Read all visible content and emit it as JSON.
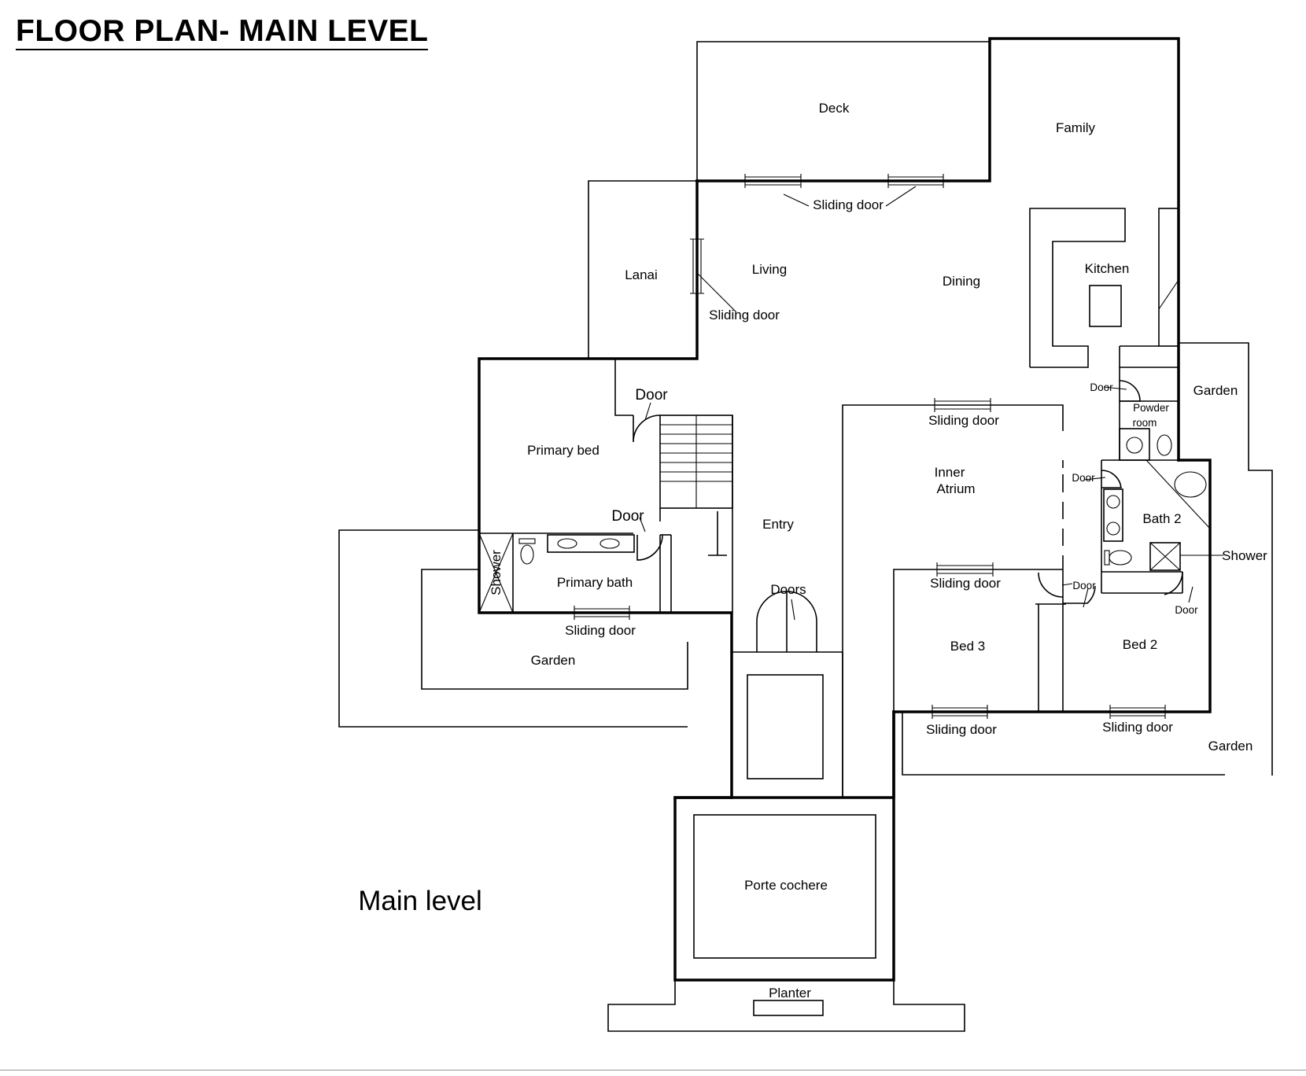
{
  "title": "FLOOR PLAN- MAIN LEVEL",
  "caption": "Main level",
  "rooms": {
    "deck": "Deck",
    "family": "Family",
    "kitchen": "Kitchen",
    "living": "Living",
    "dining": "Dining",
    "lanai": "Lanai",
    "primary_bed": "Primary bed",
    "primary_bath": "Primary bath",
    "entry": "Entry",
    "inner_atrium_1": "Inner",
    "inner_atrium_2": "Atrium",
    "powder_room_1": "Powder",
    "powder_room_2": "room",
    "bath2": "Bath 2",
    "bed3": "Bed 3",
    "bed2": "Bed 2",
    "porte_cochere": "Porte cochere",
    "planter": "Planter",
    "garden_left": "Garden",
    "garden_right_top": "Garden",
    "garden_right_bottom": "Garden"
  },
  "labels": {
    "sliding_door_top": "Sliding door",
    "sliding_door_lanai": "Sliding door",
    "sliding_door_atrium": "Sliding door",
    "sliding_door_bed3_top": "Sliding door",
    "sliding_door_primary_bath": "Sliding door",
    "sliding_door_bed3_bottom": "Sliding door",
    "sliding_door_bed2_bottom": "Sliding door",
    "door_primary_bed": "Door",
    "door_primary_bath": "Door",
    "door_powder": "Door",
    "door_bath2_hall": "Door",
    "door_bed2": "Door",
    "door_bath2_bed2": "Door",
    "doors_entry": "Doors",
    "shower_primary": "Shower",
    "shower_bath2": "Shower"
  }
}
